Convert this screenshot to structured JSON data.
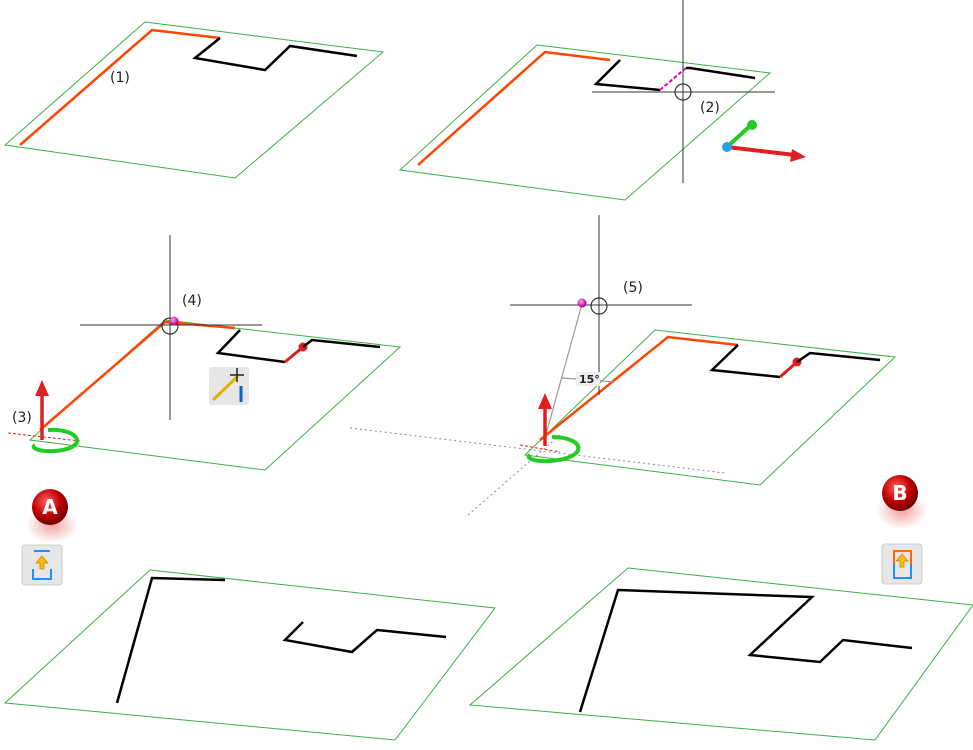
{
  "labels": {
    "step1": "(1)",
    "step2": "(2)",
    "step3": "(3)",
    "step4": "(4)",
    "step5": "(5)",
    "angle": "15°"
  },
  "badges": {
    "a": "A",
    "b": "B"
  },
  "icons": {
    "tool_a": "insert-plane-icon",
    "tool_b": "insert-plane-alt-icon",
    "draw_line": "draw-line-icon"
  },
  "colors": {
    "plane": "#3cb043",
    "selected_edge": "#ff4500",
    "sketch": "#000000",
    "badge": "#c00000",
    "handle": "#e000c0"
  }
}
